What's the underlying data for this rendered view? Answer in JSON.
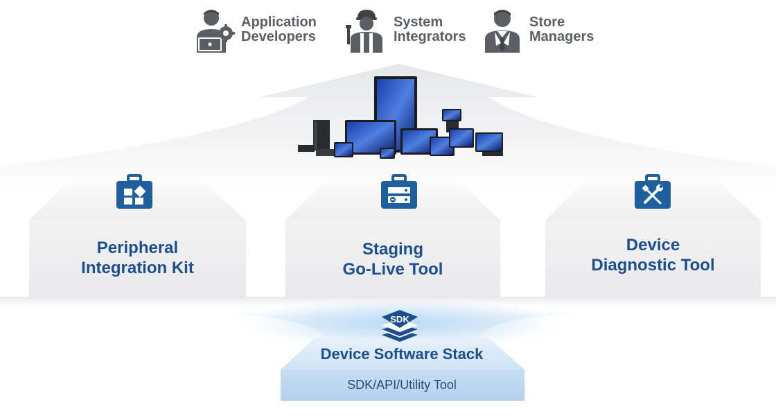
{
  "personas": [
    {
      "icon": "developer-laptop-gear-icon",
      "line1": "Application",
      "line2": "Developers"
    },
    {
      "icon": "integrator-worker-icon",
      "line1": "System",
      "line2": "Integrators"
    },
    {
      "icon": "manager-businessman-icon",
      "line1": "Store",
      "line2": "Managers"
    }
  ],
  "tools": [
    {
      "icon": "puzzle-toolbox-icon",
      "line1": "Peripheral",
      "line2": "Integration Kit"
    },
    {
      "icon": "server-toolbox-icon",
      "line1": "Staging",
      "line2": "Go-Live Tool"
    },
    {
      "icon": "wrench-screwdriver-toolbox-icon",
      "line1": "Device",
      "line2": "Diagnostic Tool"
    }
  ],
  "stack": {
    "badge": "SDK",
    "title": "Device Software Stack",
    "subtitle": "SDK/API/Utility Tool"
  },
  "colors": {
    "brand_blue": "#1b4f8e",
    "icon_blue": "#1f5f9e",
    "persona_gray": "#5b5e63",
    "stack_blue": "#bcd9f2"
  }
}
